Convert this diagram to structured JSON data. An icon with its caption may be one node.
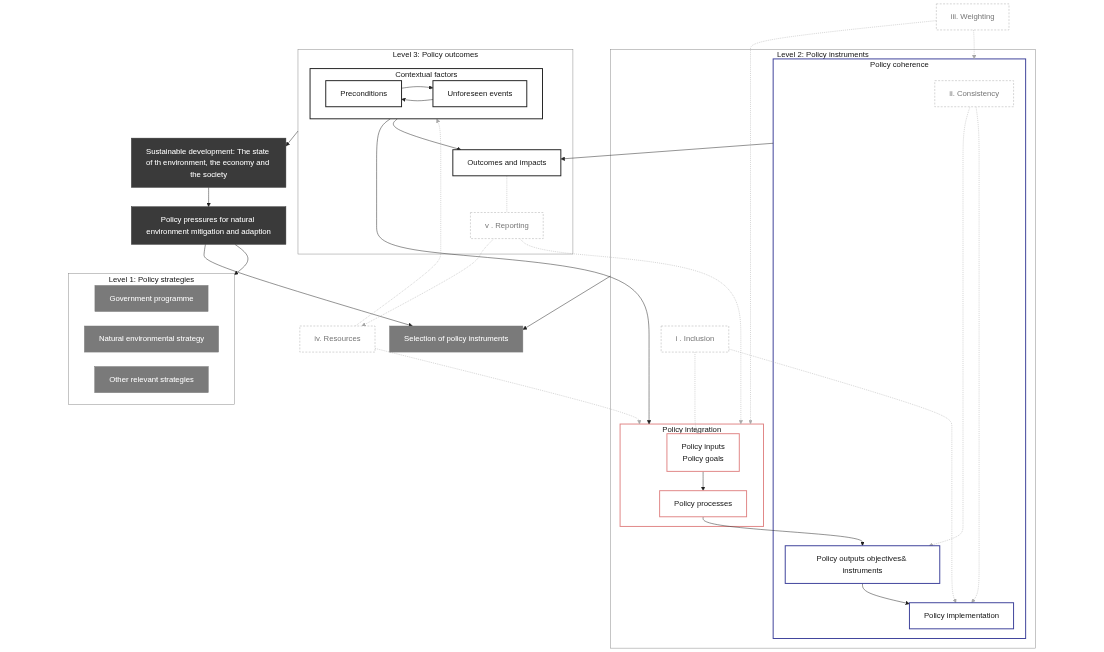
{
  "diagram": {
    "nodes": [
      {
        "text": [
          "Sustainable development: The state of th environment, the economy and the society"
        ]
      },
      {
        "text": [
          "Policy pressures for natural environment mitigation and adaption"
        ]
      },
      {
        "text": [
          "Level 1: Policy strategies"
        ]
      },
      {
        "text": [
          "Government programme"
        ],
        "in": 2
      },
      {
        "text": [
          "Natural environmental strategy"
        ],
        "in": 2
      },
      {
        "text": [
          "Other relevant strategies"
        ],
        "in": 2
      },
      {
        "text": [
          "Level 2: Policy instruments"
        ]
      },
      {
        "text": [
          "Policy integration"
        ],
        "in": 6
      },
      {
        "text": [
          "Policy inputs",
          "Policy goals"
        ],
        "in": 7
      },
      {
        "text": [
          "Policy processes"
        ],
        "in": 7
      },
      {
        "text": [
          "Policy coherence"
        ],
        "in": 6
      },
      {
        "text": [
          "ii. Consistency"
        ],
        "in": 10
      },
      {
        "text": [
          "Policy outputs objectives& instruments"
        ],
        "in": 10
      },
      {
        "text": [
          "Policy implementation"
        ],
        "in": 10
      },
      {
        "text": [
          "i . Inclusion"
        ],
        "in": 6
      },
      {
        "text": [
          "Selection of policy instruments"
        ]
      },
      {
        "text": [
          "iii. Weighting"
        ]
      },
      {
        "text": [
          "iv. Resources"
        ]
      },
      {
        "text": [
          "Level 3: Policy outcomes"
        ]
      },
      {
        "text": [
          "Contextual factors"
        ],
        "in": 18
      },
      {
        "text": [
          "Preconditions"
        ],
        "in": 19
      },
      {
        "text": [
          "Unforeseen events"
        ],
        "in": 19
      },
      {
        "text": [
          "Outcomes and impacts"
        ],
        "in": 18
      },
      {
        "text": [
          "v . Reporting"
        ],
        "in": 18
      }
    ],
    "edges": [
      {
        "from": 0,
        "to": 1,
        "arrow": "to"
      },
      {
        "from": 1,
        "to": 2,
        "arrow": "to"
      },
      {
        "from": 1,
        "to": 15,
        "arrow": "to"
      },
      {
        "from": 6,
        "to": 15,
        "arrow": "to"
      },
      {
        "from": 18,
        "to": 0,
        "arrow": "to"
      },
      {
        "from": 8,
        "to": 9,
        "arrow": "to"
      },
      {
        "from": 9,
        "to": 12,
        "arrow": "to"
      },
      {
        "from": 12,
        "to": 13,
        "arrow": "to"
      },
      {
        "from": 11,
        "to": 12,
        "arrow": "to",
        "style": "dashed",
        "color": "#aaaaaa"
      },
      {
        "from": 11,
        "to": 13,
        "arrow": "to",
        "style": "dashed",
        "color": "#aaaaaa"
      },
      {
        "from": 14,
        "to": 8,
        "arrow": "to",
        "style": "dashed",
        "color": "#aaaaaa"
      },
      {
        "from": 14,
        "to": 13,
        "arrow": "to",
        "style": "dashed",
        "color": "#aaaaaa"
      },
      {
        "from": 19,
        "to": 7,
        "arrow": "to"
      },
      {
        "from": 20,
        "to": 21,
        "arrow": "to"
      },
      {
        "from": 21,
        "to": 20,
        "arrow": "to"
      },
      {
        "from": 19,
        "to": 22,
        "arrow": "to"
      },
      {
        "from": 10,
        "to": 22,
        "arrow": "to"
      },
      {
        "from": 16,
        "to": 7,
        "arrow": "to",
        "style": "dashed",
        "color": "#aaaaaa"
      },
      {
        "from": 16,
        "to": 10,
        "arrow": "to",
        "style": "dashed",
        "color": "#aaaaaa"
      },
      {
        "from": 17,
        "to": 7,
        "arrow": "to",
        "style": "dashed",
        "color": "#aaaaaa"
      },
      {
        "from": 17,
        "to": 19,
        "arrow": "to",
        "style": "dashed",
        "color": "#aaaaaa"
      },
      {
        "from": 22,
        "to": 23,
        "arrow": "none",
        "style": "dashed",
        "color": "#aaaaaa"
      },
      {
        "from": 23,
        "to": 17,
        "arrow": "to",
        "style": "dashed",
        "color": "#aaaaaa"
      },
      {
        "from": 23,
        "to": 7,
        "arrow": "to",
        "style": "dashed",
        "color": "#aaaaaa"
      }
    ]
  }
}
